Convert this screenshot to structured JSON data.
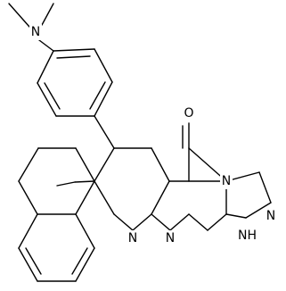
{
  "molecule": {
    "atoms": {
      "n_dimethylamino": "N",
      "o_carbonyl": "O",
      "n_pyridine": "N",
      "n_pyrimidine": "N",
      "n_bridge": "N",
      "n_triazole": "N",
      "nh_triazole": "NH"
    }
  }
}
